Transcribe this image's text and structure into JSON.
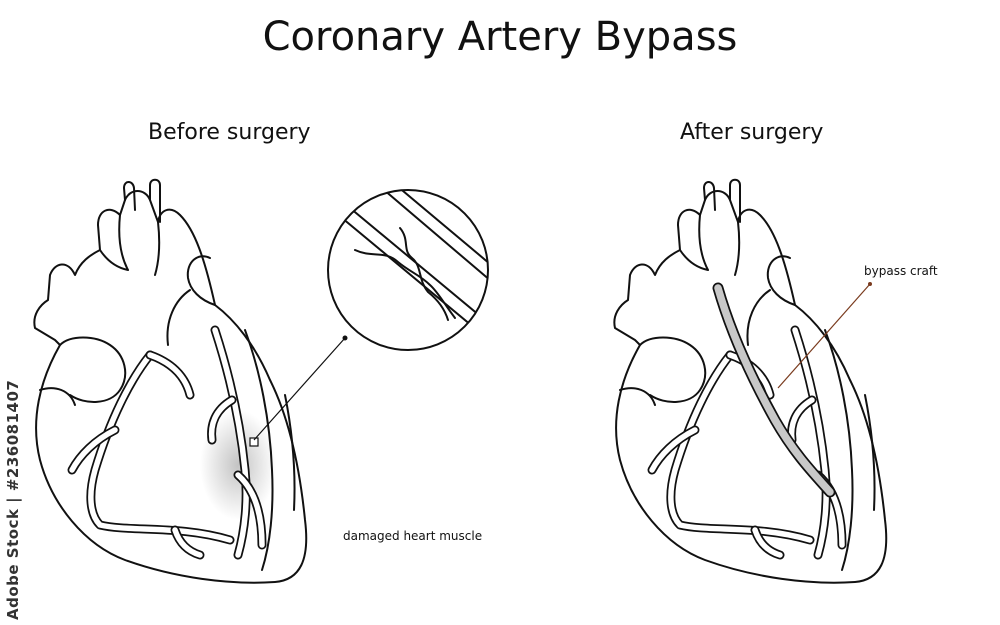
{
  "title": "Coronary Artery Bypass",
  "panels": {
    "before": {
      "heading": "Before surgery",
      "annotation": "damaged heart muscle"
    },
    "after": {
      "heading": "After surgery",
      "annotation": "bypass craft"
    }
  },
  "watermark": "Adobe Stock | #236081407",
  "colors": {
    "graft": "#c8c8c8",
    "leader_line": "#7a3b1e",
    "damage_shade": "#bdbdbd"
  }
}
